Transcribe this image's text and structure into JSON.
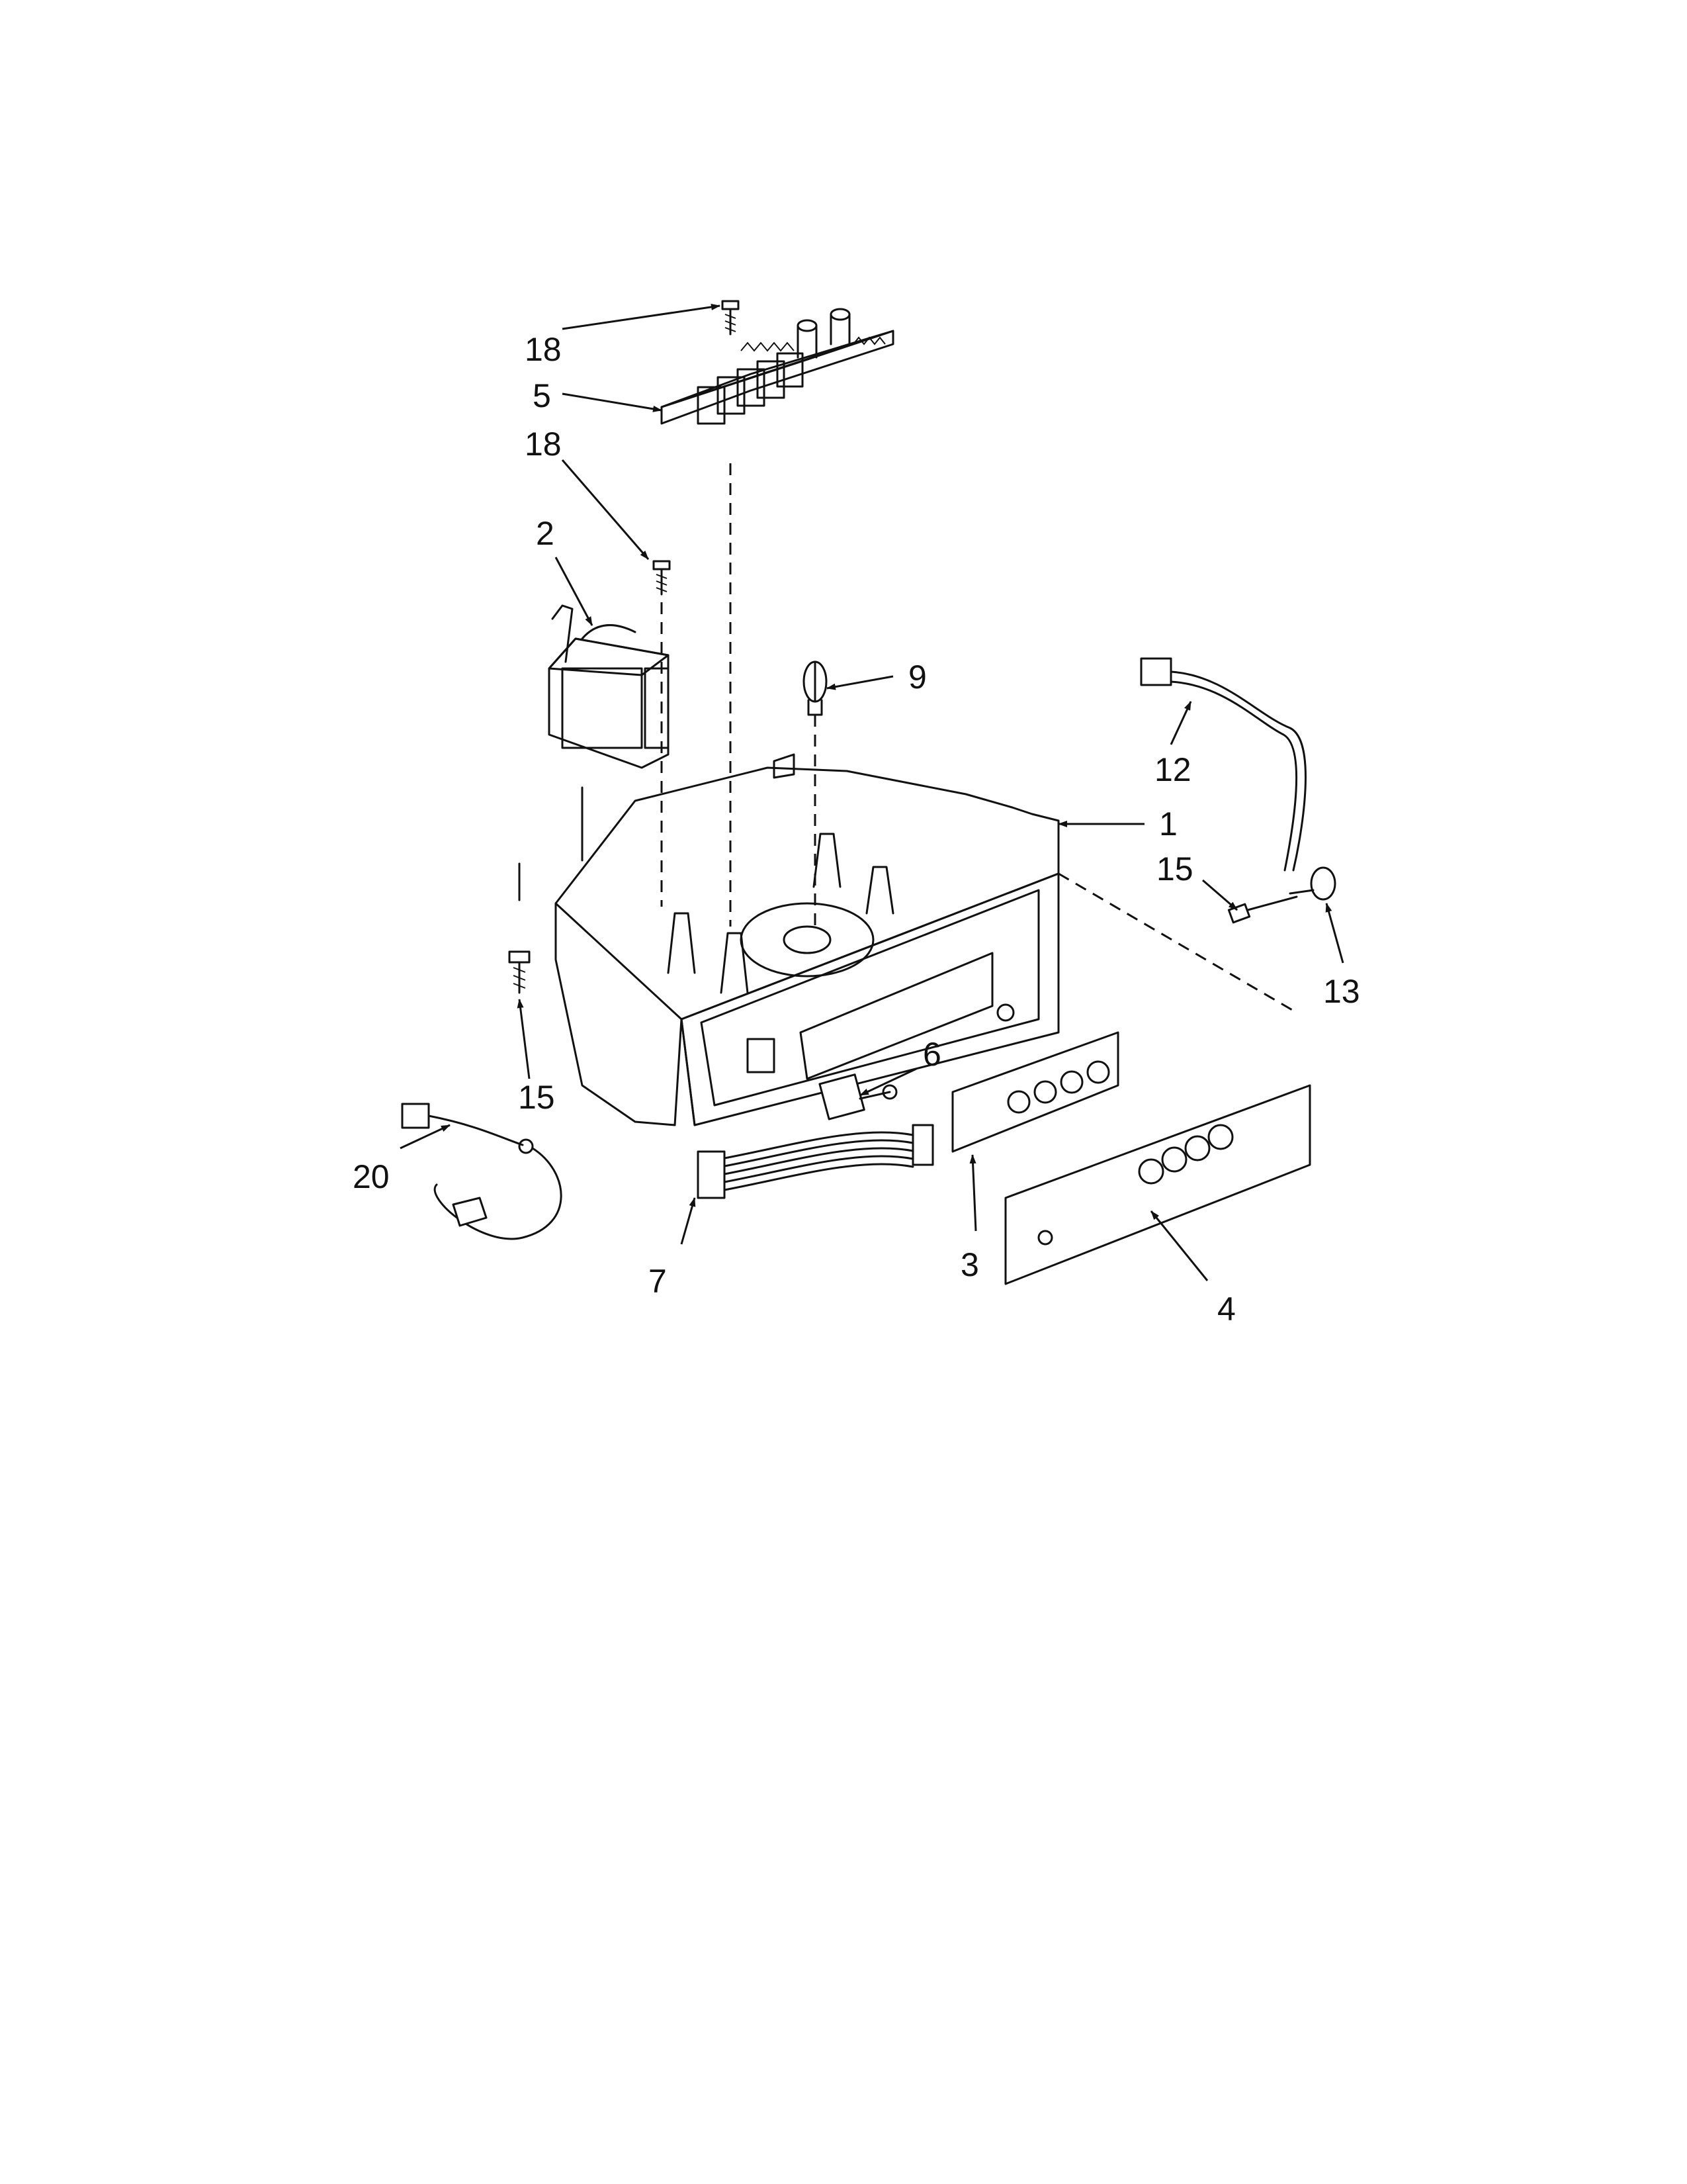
{
  "callouts": {
    "c18a": "18",
    "c5": "5",
    "c18b": "18",
    "c2": "2",
    "c9": "9",
    "c12": "12",
    "c1": "1",
    "c15a": "15",
    "c13": "13",
    "c15b": "15",
    "c6": "6",
    "c20": "20",
    "c7": "7",
    "c3": "3",
    "c4": "4"
  },
  "colors": {
    "ink": "#111111",
    "paper": "#ffffff"
  }
}
